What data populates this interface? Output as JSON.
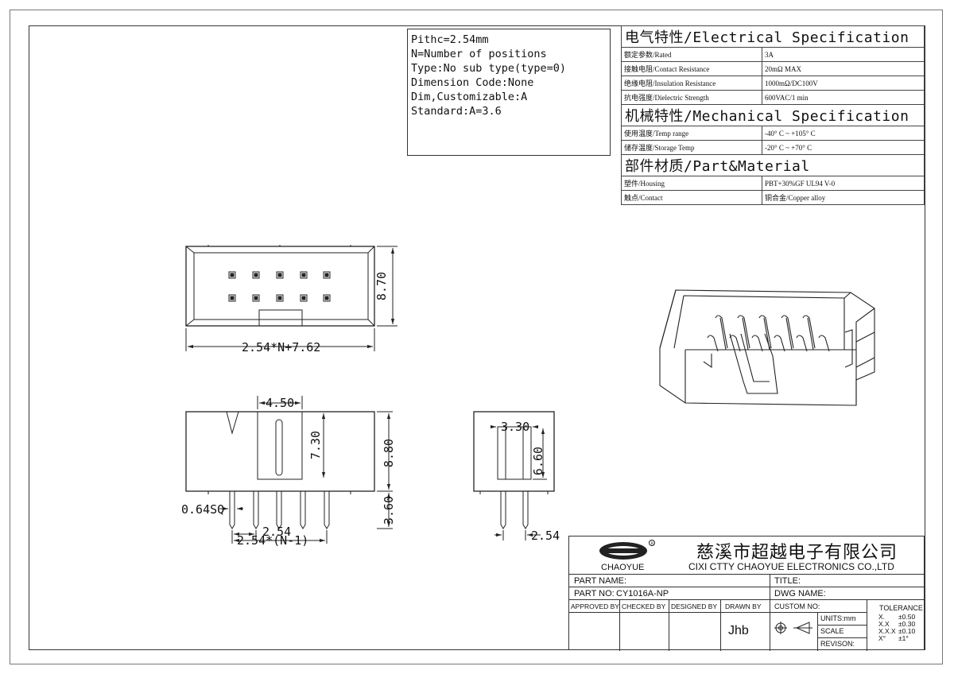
{
  "notes": [
    "Pithc=2.54mm",
    "N=Number of positions",
    "Type:No sub type(type=0)",
    "Dimension Code:None",
    "Dim,Customizable:A",
    "Standard:A=3.6"
  ],
  "spec": {
    "electrical_title": "电气特性/Electrical Specification",
    "electrical": [
      {
        "k": "额定参数/Rated",
        "v": "3A"
      },
      {
        "k": "接触电阻/Contact Resistance",
        "v": "20mΩ MAX"
      },
      {
        "k": "绝缘电阻/Insulation Resistance",
        "v": "1000mΩ/DC100V"
      },
      {
        "k": "抗电强度/Dielectric Strength",
        "v": "600VAC/1 min"
      }
    ],
    "mechanical_title": "机械特性/Mechanical Specification",
    "mechanical": [
      {
        "k": "使用温度/Temp range",
        "v": "-40° C ~ +105° C"
      },
      {
        "k": "储存温度/Storage Temp",
        "v": "-20° C ~ +70° C"
      }
    ],
    "material_title": "部件材质/Part&Material",
    "material": [
      {
        "k": "塑件/Housing",
        "v": "PBT+30%GF  UL94  V-0"
      },
      {
        "k": "触点/Contact",
        "v": "铜合金/Copper alloy"
      }
    ]
  },
  "dims": {
    "top_height": "8.70",
    "top_width": "2.54*N+7.62",
    "front_window_w": "4.50",
    "front_window_h": "7.30",
    "front_height": "8.80",
    "pin_size": "0.64SQ",
    "pin_pitch": "2.54",
    "pin_span": "2.54*(N-1)",
    "pin_length": "3.60",
    "side_window_w": "3.30",
    "side_window_h": "6.60",
    "side_pitch": "2.54"
  },
  "title_block": {
    "logo_text": "CHAOYUE",
    "company_cn": "慈溪市超越电子有限公司",
    "company_en": "CIXI CTTY CHAOYUE ELECTRONICS CO.,LTD",
    "part_name_label": "PART NAME:",
    "title_label": "TITLE:",
    "part_no_label": "PART NO:",
    "part_no": "CY1016A-NP",
    "dwg_name_label": "DWG NAME:",
    "approved_by": "APPROVED BY",
    "checked_by": "CHECKED BY",
    "designed_by": "DESIGNED BY",
    "drawn_by": "DRAWN BY",
    "drawn_by_value": "Jhb",
    "custom_no": "CUSTOM NO:",
    "units": "UNITS:mm",
    "scale": "SCALE",
    "revision": "REVISON:",
    "tolerance_title": "TOLERANCE",
    "tolerance": [
      {
        "k": "X.",
        "v": "±0.50"
      },
      {
        "k": "X.X",
        "v": "±0.30"
      },
      {
        "k": "X.X.X",
        "v": "±0.10"
      },
      {
        "k": "X°",
        "v": "±1°"
      }
    ]
  }
}
